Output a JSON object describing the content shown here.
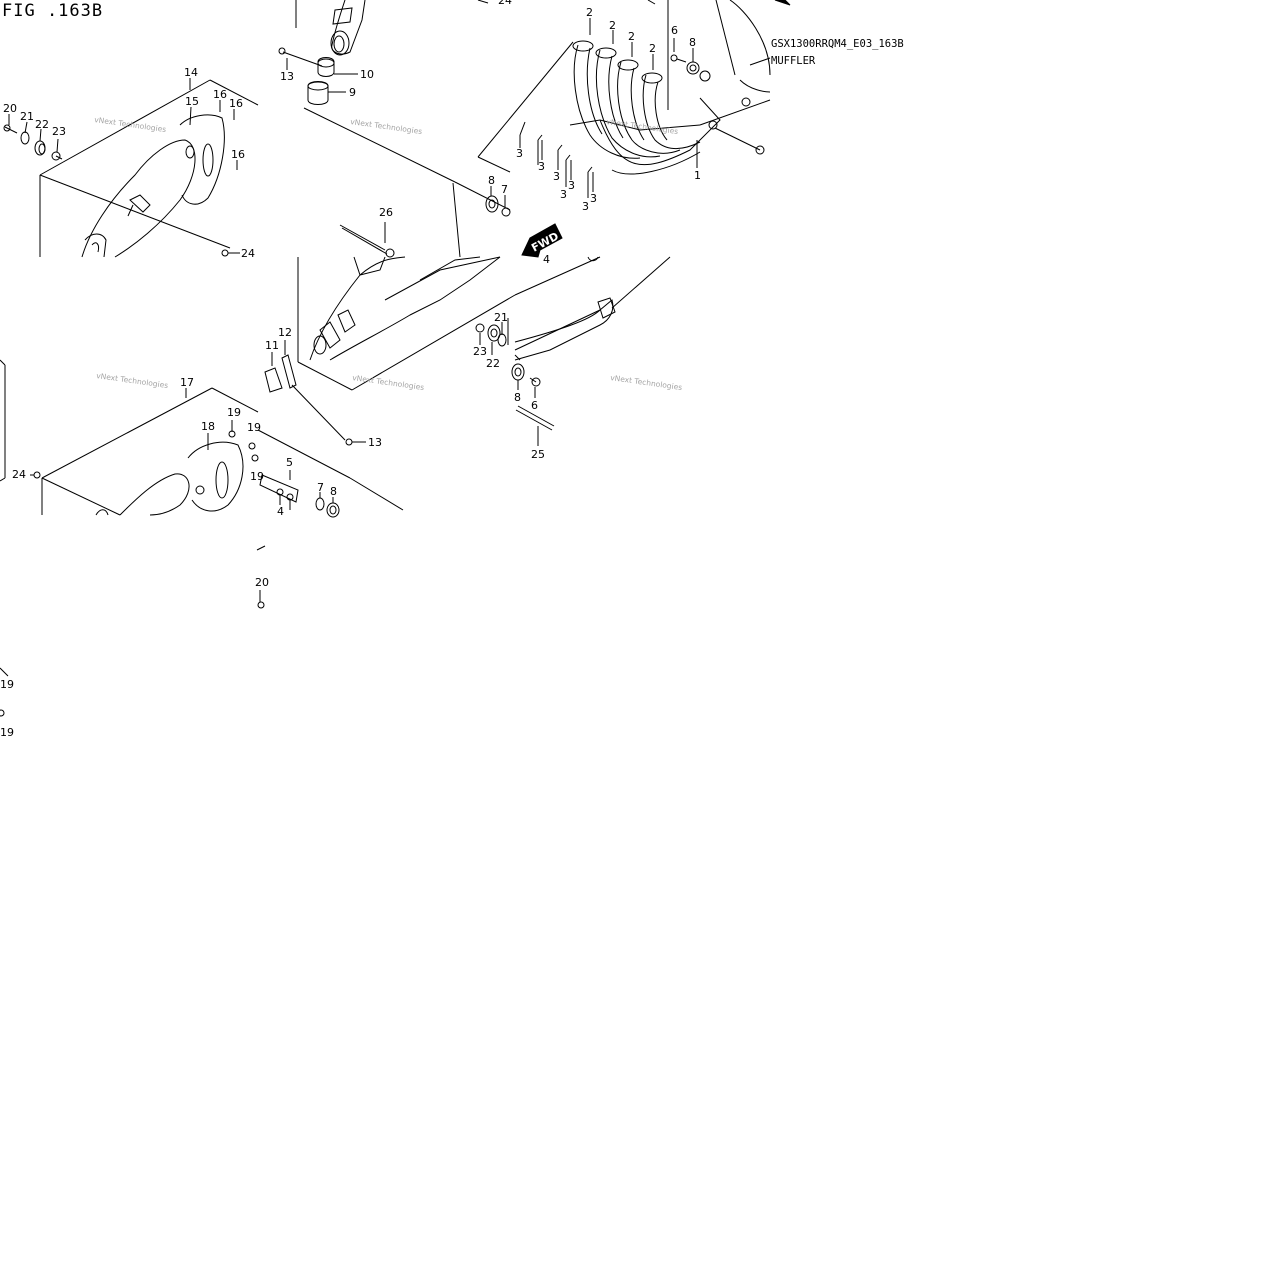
{
  "figure": {
    "title": "FIG .163B",
    "code": "GSX1300RRQM4_E03_163B",
    "name": "MUFFLER"
  },
  "watermark": "vNext Technologies",
  "fwd_label": "FWD",
  "part_labels": [
    "1",
    "2",
    "3",
    "4",
    "5",
    "6",
    "7",
    "8",
    "9",
    "10",
    "11",
    "12",
    "13",
    "14",
    "15",
    "16",
    "17",
    "18",
    "19",
    "20",
    "21",
    "22",
    "23",
    "24",
    "25",
    "26"
  ],
  "colors": {
    "line": "#000000",
    "watermark": "#9a9a9a",
    "background": "#ffffff"
  }
}
